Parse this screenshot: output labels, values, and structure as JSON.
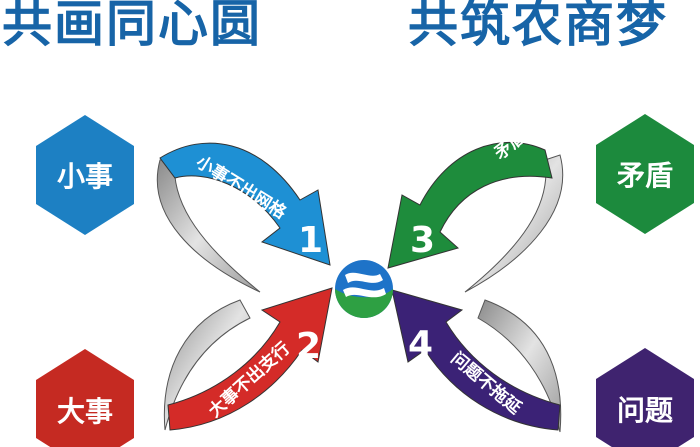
{
  "header": {
    "title_left": "共画同心圆",
    "title_right": "共筑农商梦"
  },
  "hexagons": [
    {
      "label": "小事",
      "color": "#1d80c3"
    },
    {
      "label": "矛盾",
      "color": "#1c8a3d"
    },
    {
      "label": "大事",
      "color": "#c52a22"
    },
    {
      "label": "问题",
      "color": "#3f236f"
    }
  ],
  "arrows": [
    {
      "number": "1",
      "text": "小事不出网格",
      "color": "#1e90d4"
    },
    {
      "number": "2",
      "text": "大事不出支行",
      "color": "#d42b28"
    },
    {
      "number": "3",
      "text": "矛盾不上交",
      "color": "#1e8c3c"
    },
    {
      "number": "4",
      "text": "问题不拖延",
      "color": "#3b2276"
    }
  ],
  "colors": {
    "title": "#1764a7",
    "logo_blue": "#1e73c8",
    "logo_green": "#2ea043"
  }
}
